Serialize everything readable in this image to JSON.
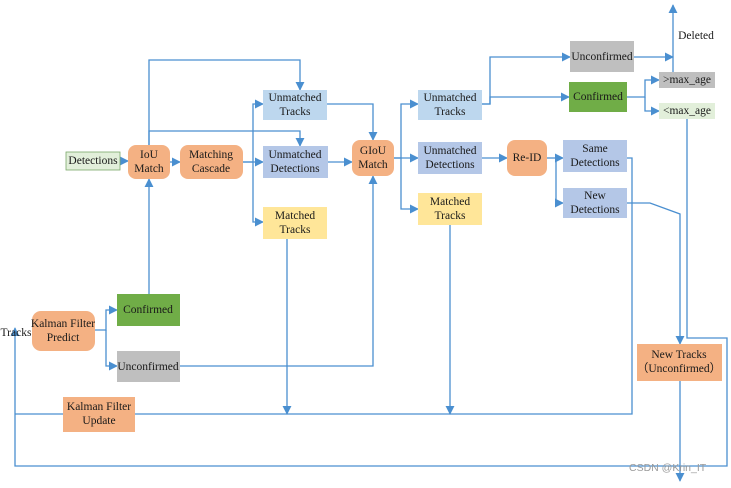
{
  "colors": {
    "line": "#4a8fd0",
    "orange": "#f4b183",
    "blue_light": "#bdd7ee",
    "blue": "#b4c7e7",
    "yellow": "#ffe699",
    "green_dark": "#70ad47",
    "green_light": "#e2efda",
    "gray": "#bfbfbf"
  },
  "nodes": {
    "detections": [
      "Detections"
    ],
    "iou_match": [
      "IoU",
      "Match"
    ],
    "matching_cascade": [
      "Matching",
      "Cascade"
    ],
    "um_tracks_1": [
      "Unmatched",
      "Tracks"
    ],
    "um_dets_1": [
      "Unmatched",
      "Detections"
    ],
    "matched_tracks_1": [
      "Matched",
      "Tracks"
    ],
    "giou_match": [
      "GIoU",
      "Match"
    ],
    "um_tracks_2": [
      "Unmatched",
      "Tracks"
    ],
    "um_dets_2": [
      "Unmatched",
      "Detections"
    ],
    "matched_tracks_2": [
      "Matched",
      "Tracks"
    ],
    "re_id": [
      "Re-ID"
    ],
    "same_dets": [
      "Same",
      "Detections"
    ],
    "new_dets": [
      "New",
      "Detections"
    ],
    "unconfirmed_top": [
      "Unconfirmed"
    ],
    "confirmed_top": [
      "Confirmed"
    ],
    "max_age_gt": [
      ">max_age"
    ],
    "max_age_lt": [
      "<max_age"
    ],
    "deleted": [
      "Deleted"
    ],
    "tracks": [
      "Tracks"
    ],
    "kf_predict": [
      "Kalman Filter",
      "Predict"
    ],
    "confirmed_bottom": [
      "Confirmed"
    ],
    "unconfirmed_bottom": [
      "Unconfirmed"
    ],
    "kf_update": [
      "Kalman Filter",
      "Update"
    ],
    "new_tracks": [
      "New Tracks",
      "（Unconfirmed）"
    ]
  },
  "watermark": "CSDN @Krin_IT"
}
